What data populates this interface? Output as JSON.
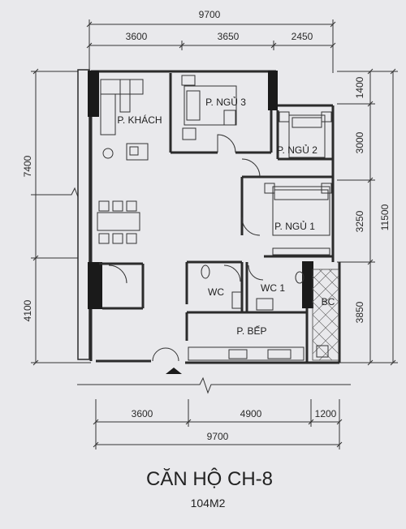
{
  "title": "CĂN HỘ CH-8",
  "area": "104M2",
  "dimensions": {
    "top_total": "9700",
    "top_1": "3600",
    "top_2": "3650",
    "top_3": "2450",
    "bottom_1": "3600",
    "bottom_2": "4900",
    "bottom_3": "1200",
    "bottom_total": "9700",
    "left_1": "7400",
    "left_2": "4100",
    "right_1": "1400",
    "right_2": "3000",
    "right_3": "3250",
    "right_4": "3850",
    "right_total": "11500"
  },
  "rooms": {
    "living": "P. KHÁCH",
    "bed3": "P. NGỦ 3",
    "bed2": "P. NGỦ 2",
    "bed1": "P. NGỦ 1",
    "wc": "WC",
    "wc1": "WC 1",
    "balcony": "BC",
    "kitchen": "P. BẾP"
  },
  "colors": {
    "background": "#e9e9ec",
    "line": "#2b2b2b",
    "column": "#1a1a1a"
  }
}
